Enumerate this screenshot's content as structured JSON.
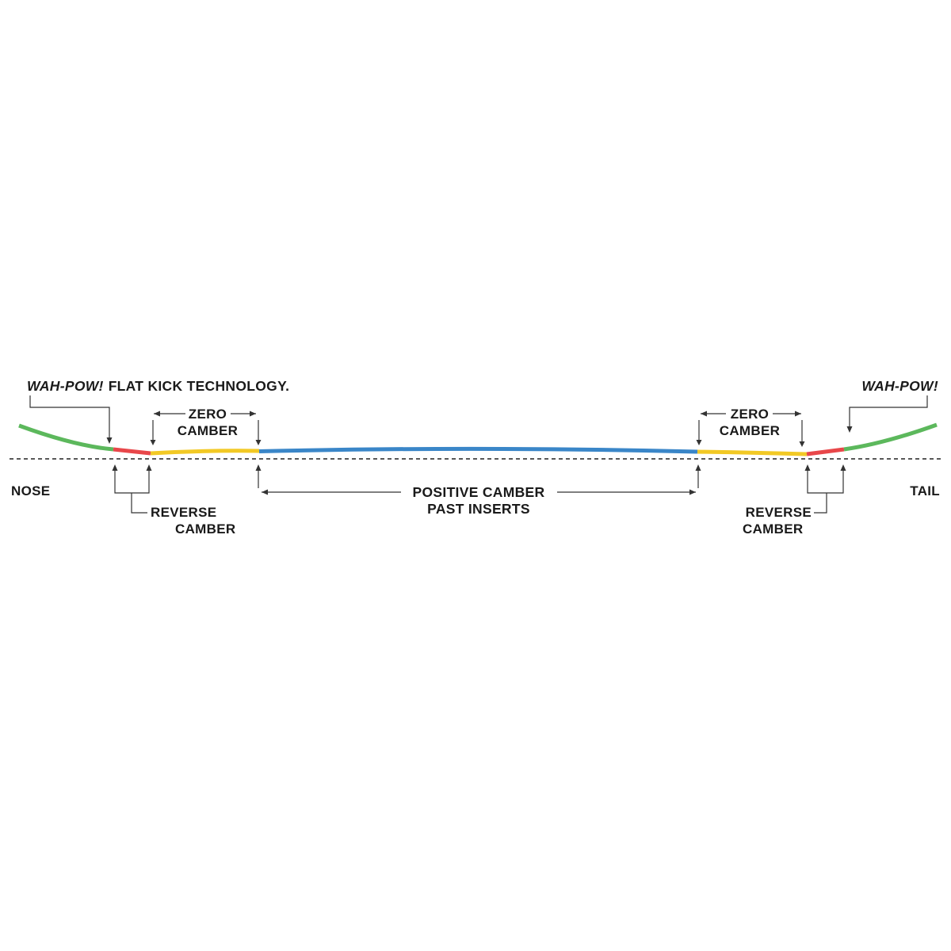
{
  "labels": {
    "nose_tech_brand": "WAH-POW!",
    "nose_tech_rest": "FLAT KICK TECHNOLOGY.",
    "tail_tech_brand": "WAH-POW!",
    "zero_camber_left_1": "ZERO",
    "zero_camber_left_2": "CAMBER",
    "zero_camber_right_1": "ZERO",
    "zero_camber_right_2": "CAMBER",
    "nose": "NOSE",
    "tail": "TAIL",
    "reverse_camber_left_1": "REVERSE",
    "reverse_camber_left_2": "CAMBER",
    "reverse_camber_right_1": "REVERSE",
    "reverse_camber_right_2": "CAMBER",
    "positive_camber_1": "POSITIVE CAMBER",
    "positive_camber_2": "PAST INSERTS"
  },
  "colors": {
    "flat_kick": "#5cb85c",
    "reverse_camber": "#e8474a",
    "zero_camber": "#f2c925",
    "positive_camber": "#3a86c8",
    "text": "#1a1a1a",
    "baseline": "#222222"
  }
}
